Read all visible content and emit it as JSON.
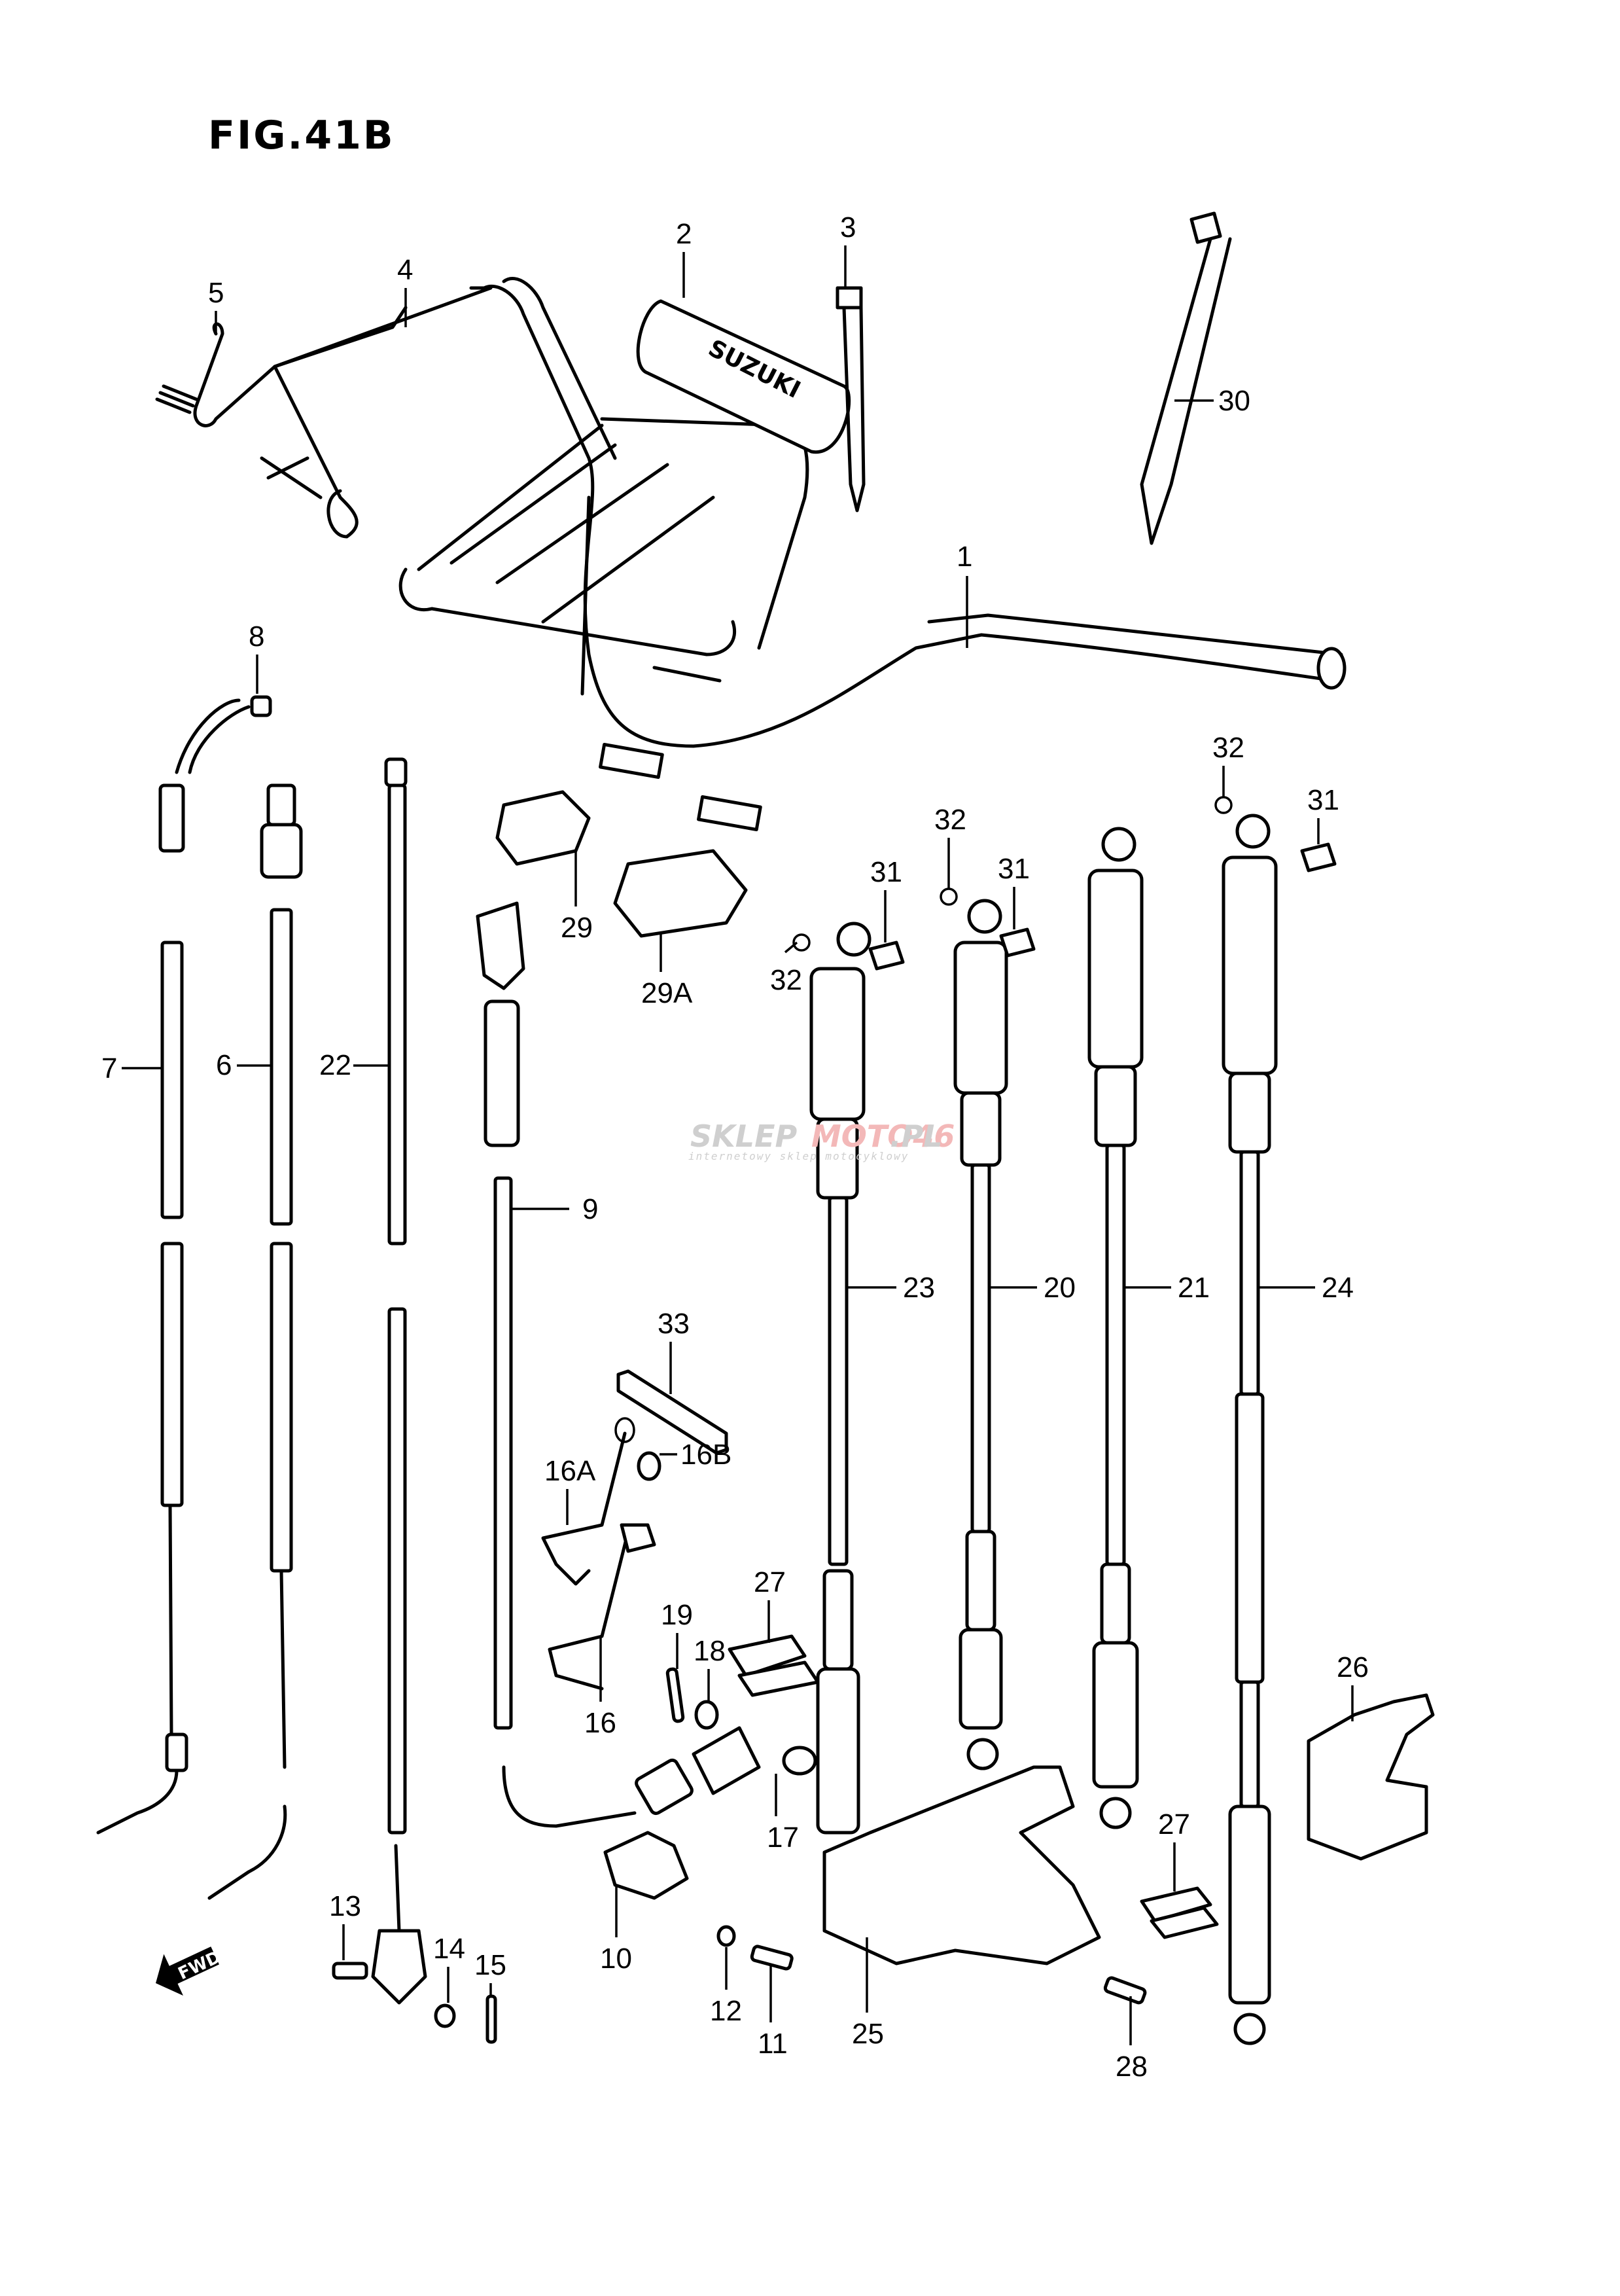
{
  "figure": {
    "title": "FIG.41B",
    "grip_brand_text": "SUZUKI",
    "direction_marker": "FWD"
  },
  "watermark": {
    "text_left": "SKLEP",
    "text_accent": "MOTO46",
    "text_right": ".PL",
    "subtitle": "internetowy sklep motocyklowy",
    "accent_color": "#e53935",
    "text_color": "#c8c8c8"
  },
  "callouts": [
    {
      "id": "1",
      "label": "1"
    },
    {
      "id": "2",
      "label": "2"
    },
    {
      "id": "3",
      "label": "3"
    },
    {
      "id": "4",
      "label": "4"
    },
    {
      "id": "5",
      "label": "5"
    },
    {
      "id": "6",
      "label": "6"
    },
    {
      "id": "7",
      "label": "7"
    },
    {
      "id": "8",
      "label": "8"
    },
    {
      "id": "9",
      "label": "9"
    },
    {
      "id": "10",
      "label": "10"
    },
    {
      "id": "11",
      "label": "11"
    },
    {
      "id": "12",
      "label": "12"
    },
    {
      "id": "13",
      "label": "13"
    },
    {
      "id": "14",
      "label": "14"
    },
    {
      "id": "15",
      "label": "15"
    },
    {
      "id": "16",
      "label": "16"
    },
    {
      "id": "16A",
      "label": "16A"
    },
    {
      "id": "16B",
      "label": "16B"
    },
    {
      "id": "17",
      "label": "17"
    },
    {
      "id": "18",
      "label": "18"
    },
    {
      "id": "19",
      "label": "19"
    },
    {
      "id": "20",
      "label": "20"
    },
    {
      "id": "21",
      "label": "21"
    },
    {
      "id": "22",
      "label": "22"
    },
    {
      "id": "23",
      "label": "23"
    },
    {
      "id": "24",
      "label": "24"
    },
    {
      "id": "25",
      "label": "25"
    },
    {
      "id": "26",
      "label": "26"
    },
    {
      "id": "27a",
      "label": "27"
    },
    {
      "id": "27b",
      "label": "27"
    },
    {
      "id": "28",
      "label": "28"
    },
    {
      "id": "29",
      "label": "29"
    },
    {
      "id": "29A",
      "label": "29A"
    },
    {
      "id": "30",
      "label": "30"
    },
    {
      "id": "31a",
      "label": "31"
    },
    {
      "id": "31b",
      "label": "31"
    },
    {
      "id": "31c",
      "label": "31"
    },
    {
      "id": "32a",
      "label": "32"
    },
    {
      "id": "32b",
      "label": "32"
    },
    {
      "id": "32c",
      "label": "32"
    },
    {
      "id": "33",
      "label": "33"
    }
  ]
}
